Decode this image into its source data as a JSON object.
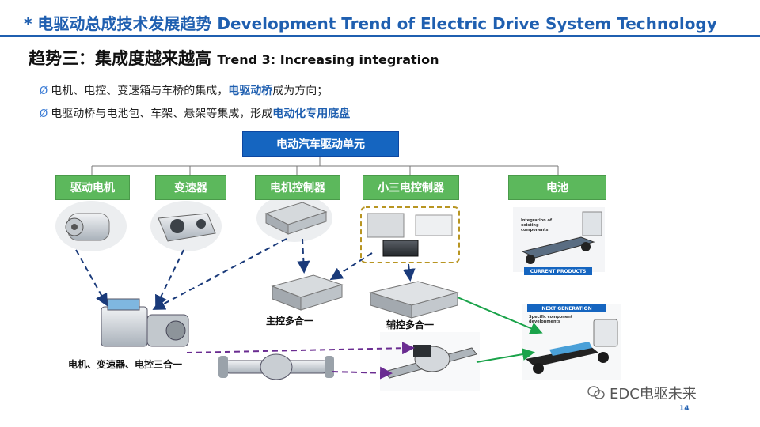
{
  "header": {
    "title": "*  电驱动总成技术发展趋势 Development Trend of Electric Drive System Technology",
    "subtitle_cn": "趋势三：集成度越来越高",
    "subtitle_en": "Trend 3: Increasing integration"
  },
  "bullets": [
    {
      "marker": "Ø",
      "pre": "电机、电控、变速箱与车桥的集成，",
      "highlight": "电驱动桥",
      "post": "成为方向；"
    },
    {
      "marker": "Ø",
      "pre": "电驱动桥与电池包、车架、悬架等集成，形成",
      "highlight": "电动化专用底盘",
      "post": ""
    }
  ],
  "diagram": {
    "root": "电动汽车驱动单元",
    "components": [
      "驱动电机",
      "变速器",
      "电机控制器",
      "小三电控制器",
      "电池"
    ],
    "captions": {
      "main_controller": "主控多合一",
      "aux_controller": "辅控多合一",
      "three_in_one": "电机、变速器、电控三合一"
    },
    "photo_labels": {
      "integration": "Integration of existing components",
      "current": "CURRENT PRODUCTS",
      "next": "NEXT GENERATION",
      "specific": "Specific component developments"
    }
  },
  "footer": {
    "watermark": "EDC电驱未来",
    "page": "14"
  },
  "colors": {
    "title_blue": "#1f5fb0",
    "root_box": "#1565c0",
    "component_box": "#5cb85c",
    "arrow_navy": "#1a3a7a",
    "arrow_purple": "#6a2c91",
    "arrow_green": "#1aa34a"
  },
  "icons": {
    "watermark": "wechat-icon",
    "bullet": "bullet-icon"
  }
}
